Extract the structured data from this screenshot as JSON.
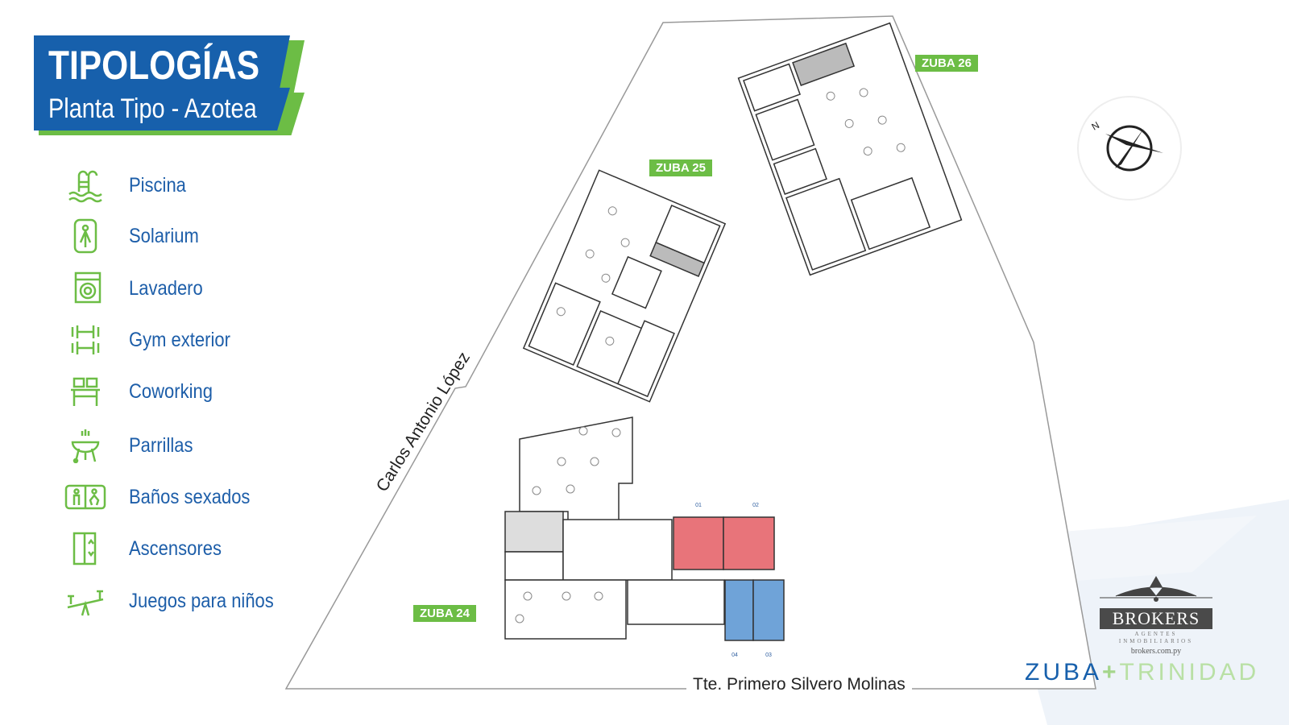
{
  "header": {
    "title": "TIPOLOGÍAS",
    "subtitle": "Planta Tipo - Azotea"
  },
  "legend": [
    {
      "icon": "pool-icon",
      "label": "Piscina"
    },
    {
      "icon": "solarium-icon",
      "label": "Solarium"
    },
    {
      "icon": "washing-machine-icon",
      "label": "Lavadero"
    },
    {
      "icon": "dumbbell-icon",
      "label": "Gym exterior"
    },
    {
      "icon": "desk-icon",
      "label": "Coworking"
    },
    {
      "icon": "grill-icon",
      "label": "Parrillas"
    },
    {
      "icon": "restroom-icon",
      "label": "Baños sexados"
    },
    {
      "icon": "elevator-icon",
      "label": "Ascensores"
    },
    {
      "icon": "seesaw-icon",
      "label": "Juegos para niños"
    }
  ],
  "plan": {
    "buildings": [
      "ZUBA 24",
      "ZUBA 25",
      "ZUBA 26"
    ],
    "streets": [
      "Carlos Antonio López",
      "Tte. Primero Silvero Molinas"
    ],
    "units": [
      "01",
      "02",
      "04",
      "03"
    ]
  },
  "branding": {
    "broker_name": "BROKERS",
    "broker_tagline": "AGENTES INMOBILIARIOS",
    "broker_url": "brokers.com.py",
    "project_left": "ZUBA",
    "project_right": "TRINIDAD"
  },
  "colors": {
    "brand_blue": "#1760ac",
    "brand_green": "#6cbd45",
    "unit_red": "#e8747a",
    "unit_blue": "#6fa3d8"
  }
}
